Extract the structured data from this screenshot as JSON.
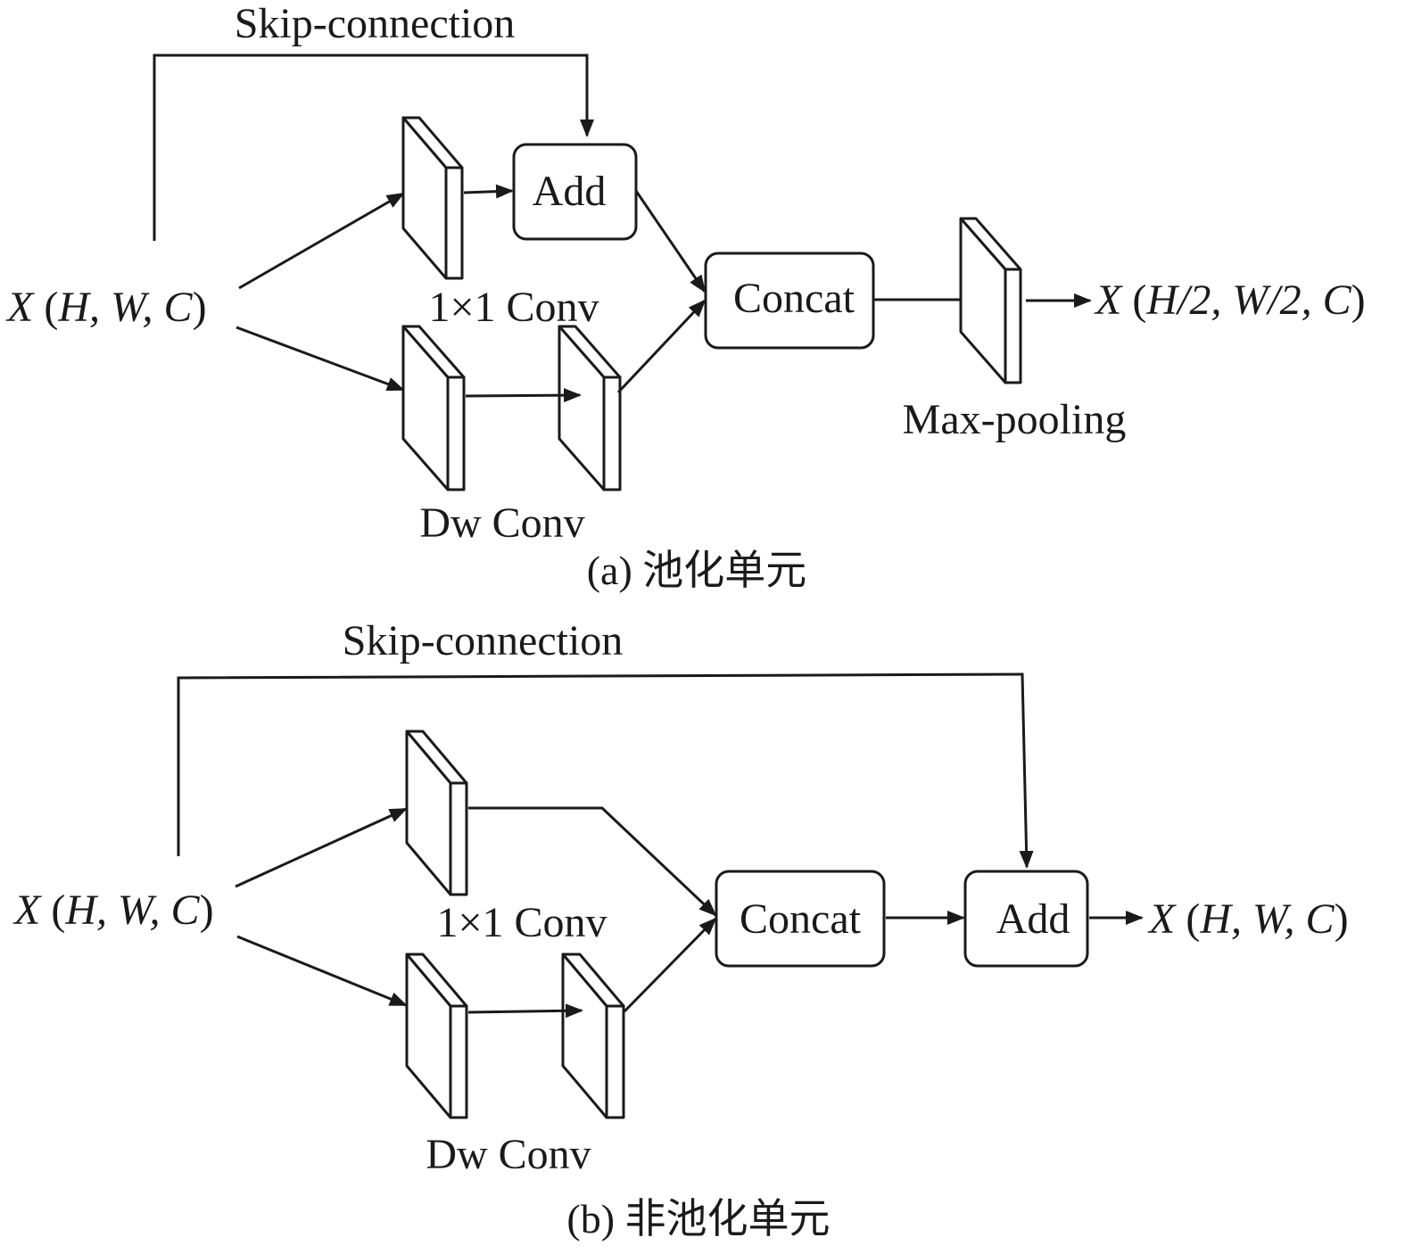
{
  "panel_a": {
    "skip_label": "Skip-connection",
    "input": {
      "var": "X",
      "args": "H, W, C"
    },
    "conv1x1_label": "1×1 Conv",
    "dwconv_label": "Dw Conv",
    "add_label": "Add",
    "concat_label": "Concat",
    "maxpool_label": "Max-pooling",
    "output": {
      "var": "X",
      "args": "H/2, W/2, C"
    },
    "caption": "(a) 池化单元"
  },
  "panel_b": {
    "skip_label": "Skip-connection",
    "input": {
      "var": "X",
      "args": "H, W, C"
    },
    "conv1x1_label": "1×1 Conv",
    "dwconv_label": "Dw Conv",
    "concat_label": "Concat",
    "add_label": "Add",
    "output": {
      "var": "X",
      "args": "H, W, C"
    },
    "caption": "(b) 非池化单元"
  }
}
